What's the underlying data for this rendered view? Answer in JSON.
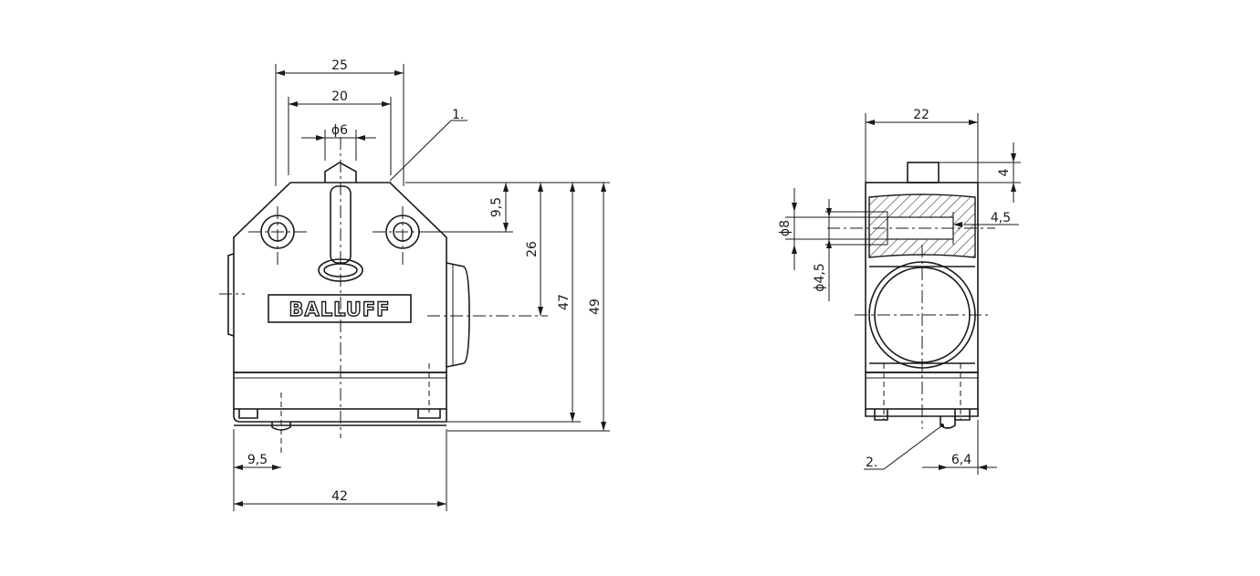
{
  "brand_label": "BALLUFF",
  "front_view": {
    "dim_width_outer": "25",
    "dim_width_inner": "20",
    "dim_plunger_dia": "ϕ6",
    "dim_top_offset": "9,5",
    "dim_mid_height": "26",
    "dim_height_47": "47",
    "dim_height_49": "49",
    "dim_bottom_offset": "9,5",
    "dim_total_width": "42",
    "callout_1": "1."
  },
  "side_view": {
    "dim_width": "22",
    "dim_plunger_height": "4",
    "dim_hole_dia_8": "ϕ8",
    "dim_hole_dia_45_left": "ϕ4,5",
    "dim_hole_dia_45_right": "4,5",
    "dim_bottom": "6,4",
    "callout_2": "2."
  },
  "colors": {
    "line": "#1a1a1a",
    "background": "#ffffff"
  }
}
